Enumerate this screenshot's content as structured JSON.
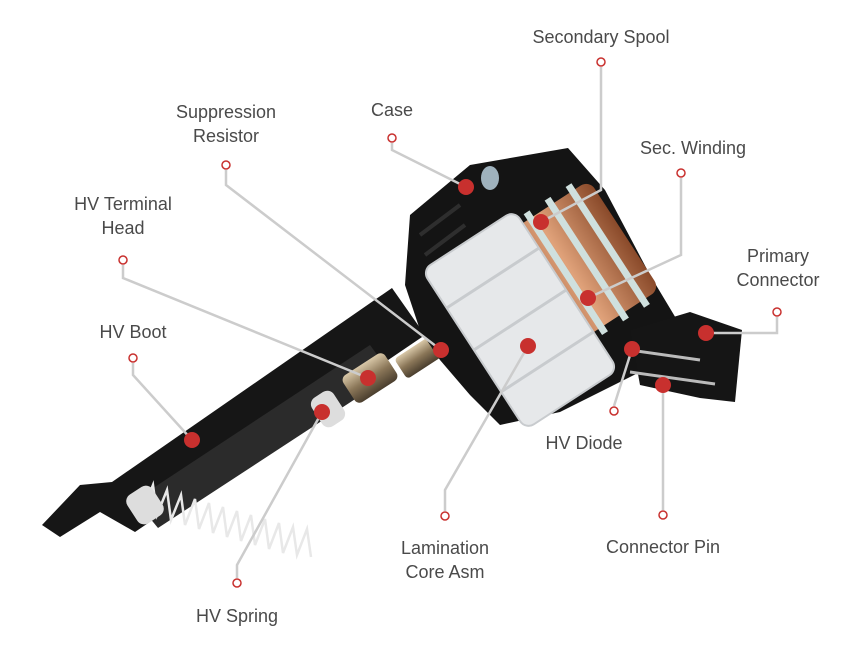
{
  "title": "Ignition Coil Cutaway",
  "colors": {
    "marker": "#c8302e",
    "leader": "#cccccc",
    "label": "#4a4a4a",
    "body": "#151515",
    "copper": "#c47a4e",
    "core": "#e6e8ea"
  },
  "labels": {
    "secondary_spool": "Secondary Spool",
    "case": "Case",
    "suppression_resistor_1": "Suppression",
    "suppression_resistor_2": "Resistor",
    "sec_winding": "Sec. Winding",
    "hv_terminal_head_1": "HV Terminal",
    "hv_terminal_head_2": "Head",
    "primary_connector_1": "Primary",
    "primary_connector_2": "Connector",
    "hv_boot": "HV Boot",
    "hv_diode": "HV Diode",
    "lamination_core_asm_1": "Lamination",
    "lamination_core_asm_2": "Core Asm",
    "connector_pin": "Connector Pin",
    "hv_spring": "HV Spring"
  }
}
